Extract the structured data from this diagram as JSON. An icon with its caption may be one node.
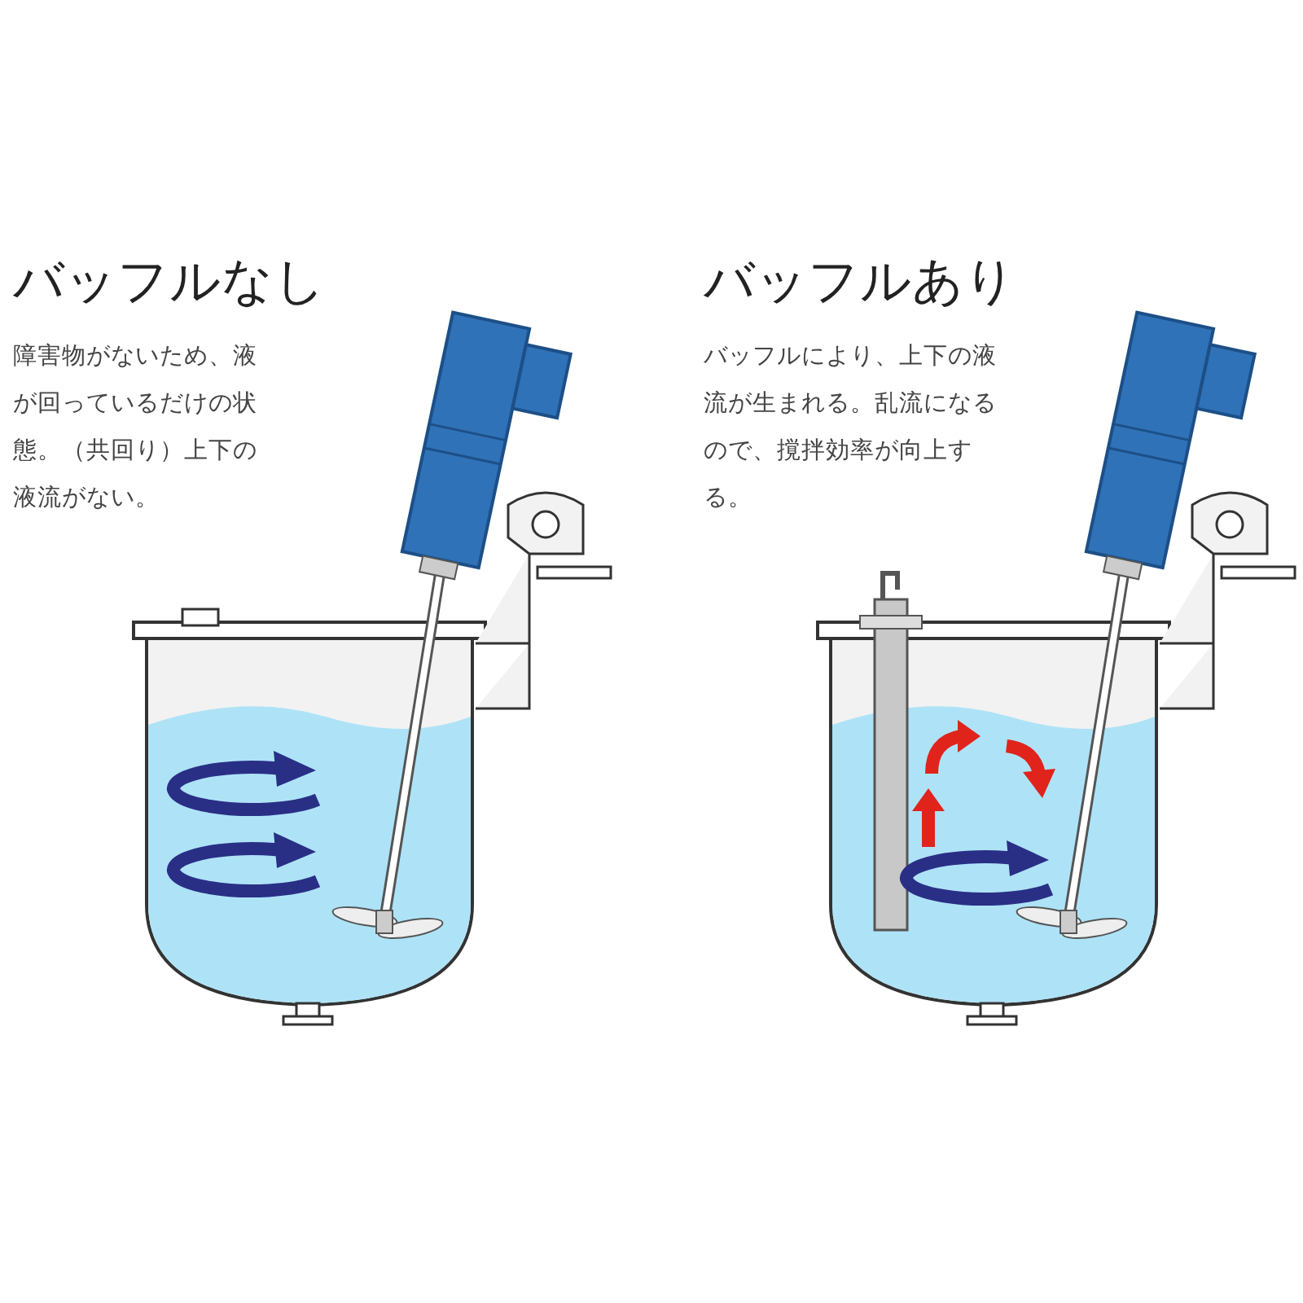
{
  "diagram": {
    "labels": [
      "バッフルなし",
      "障害物がないため、液が回っているだけの状態。（共回り）上下の液流がない。",
      "バッフルあり",
      "バッフルにより、上下の液流が生まれる。乱流になるので、撹拌効率が向上する。"
    ]
  }
}
